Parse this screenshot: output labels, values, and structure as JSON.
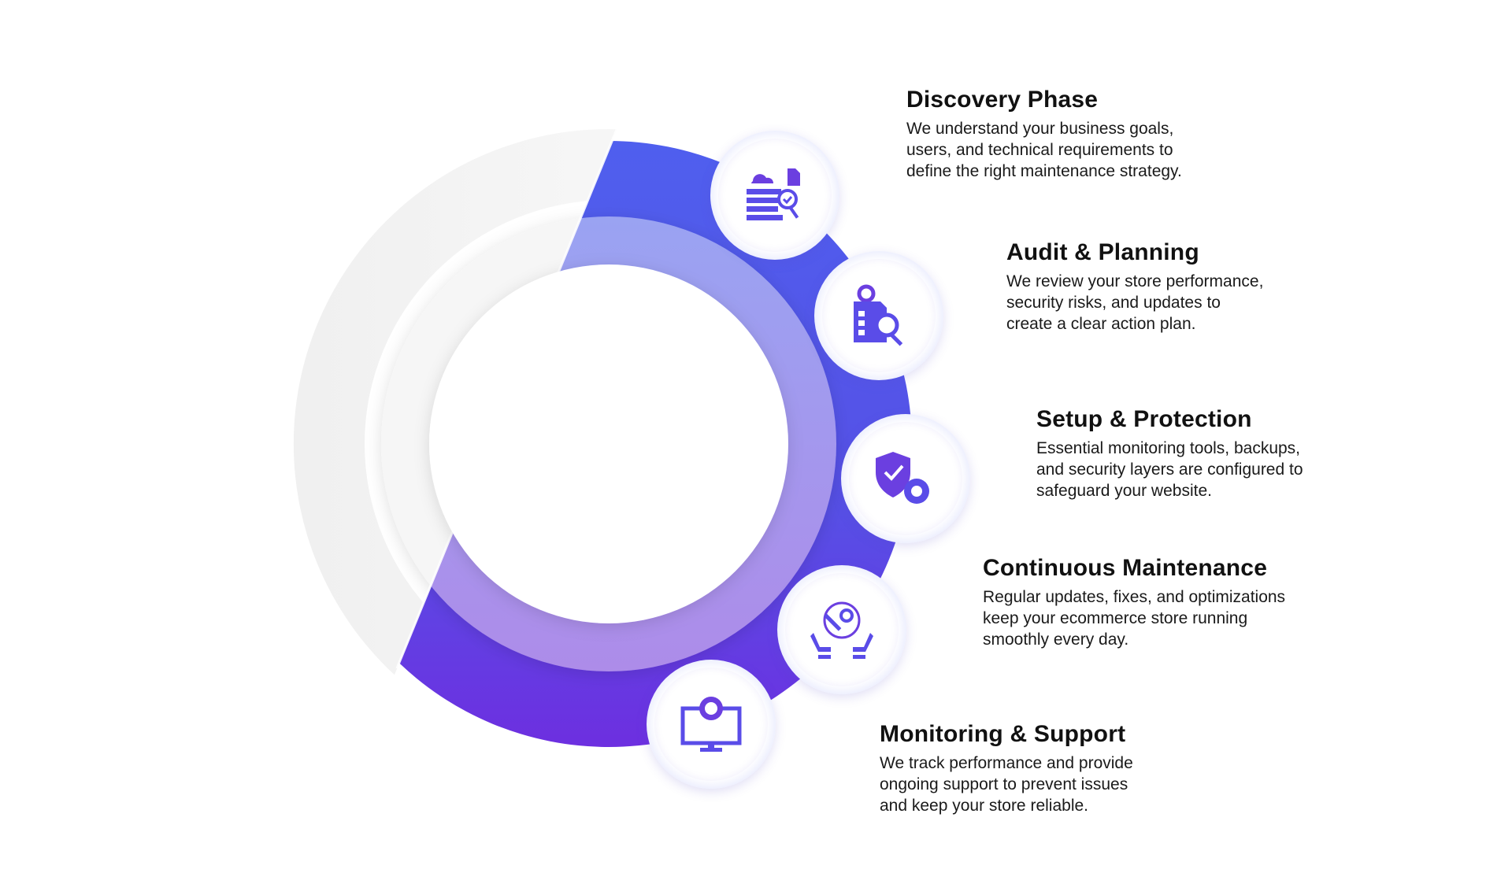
{
  "colors": {
    "arc_top": "#4f5fee",
    "arc_bottom": "#6d2fe0",
    "inner_ring_top": "#9aa3f2",
    "inner_ring_bottom": "#ad8ce9",
    "icon": "#5a4ce8"
  },
  "steps": [
    {
      "title": "Discovery Phase",
      "lines": [
        "We understand your business goals,",
        "users, and technical requirements to",
        "define the right maintenance strategy."
      ],
      "icon": "cloud-server-search-icon"
    },
    {
      "title": "Audit & Planning",
      "lines": [
        "We review your store performance,",
        "security risks, and updates to",
        "create a clear action plan."
      ],
      "icon": "checklist-audit-icon"
    },
    {
      "title": "Setup & Protection",
      "lines": [
        "Essential monitoring tools, backups,",
        "and security layers are configured to",
        "safeguard your website."
      ],
      "icon": "shield-gear-icon"
    },
    {
      "title": "Continuous Maintenance",
      "lines": [
        "Regular updates, fixes, and optimizations",
        "keep your ecommerce store running",
        "smoothly every day."
      ],
      "icon": "hands-tools-icon"
    },
    {
      "title": "Monitoring & Support",
      "lines": [
        "We track performance and provide",
        "ongoing support to prevent issues",
        "and keep your store reliable."
      ],
      "icon": "monitor-gear-icon"
    }
  ]
}
